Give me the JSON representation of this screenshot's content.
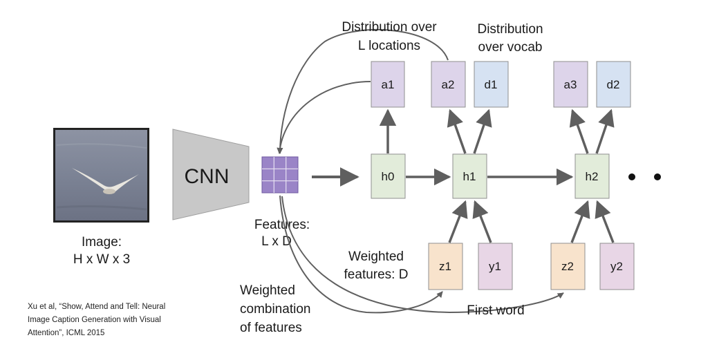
{
  "image": {
    "label_line1": "Image:",
    "label_line2": "H x W x 3"
  },
  "cnn": {
    "label": "CNN"
  },
  "features": {
    "label_line1": "Features:",
    "label_line2": "L x D"
  },
  "top_labels": {
    "dist_locations_line1": "Distribution over",
    "dist_locations_line2": "L locations",
    "dist_vocab_line1": "Distribution",
    "dist_vocab_line2": "over vocab"
  },
  "bottom_labels": {
    "weighted_features_line1": "Weighted",
    "weighted_features_line2": "features: D",
    "weighted_combo_line1": "Weighted",
    "weighted_combo_line2": "combination",
    "weighted_combo_line3": "of features",
    "first_word": "First word"
  },
  "nodes": {
    "a1": "a1",
    "a2": "a2",
    "d1": "d1",
    "a3": "a3",
    "d2": "d2",
    "h0": "h0",
    "h1": "h1",
    "h2": "h2",
    "z1": "z1",
    "y1": "y1",
    "z2": "z2",
    "y2": "y2"
  },
  "citation": {
    "line1": "Xu et al, “Show, Attend and Tell: Neural",
    "line2": "Image Caption Generation with Visual",
    "line3": "Attention”, ICML 2015"
  },
  "colors": {
    "purple": "#ddd4ea",
    "blue": "#d6e2f2",
    "green": "#e2ecda",
    "orange": "#f8e3cc",
    "pink": "#e8d6e6",
    "grid": "#9a84c7",
    "cnn": "#c8c8c8",
    "arrow": "#606060"
  }
}
